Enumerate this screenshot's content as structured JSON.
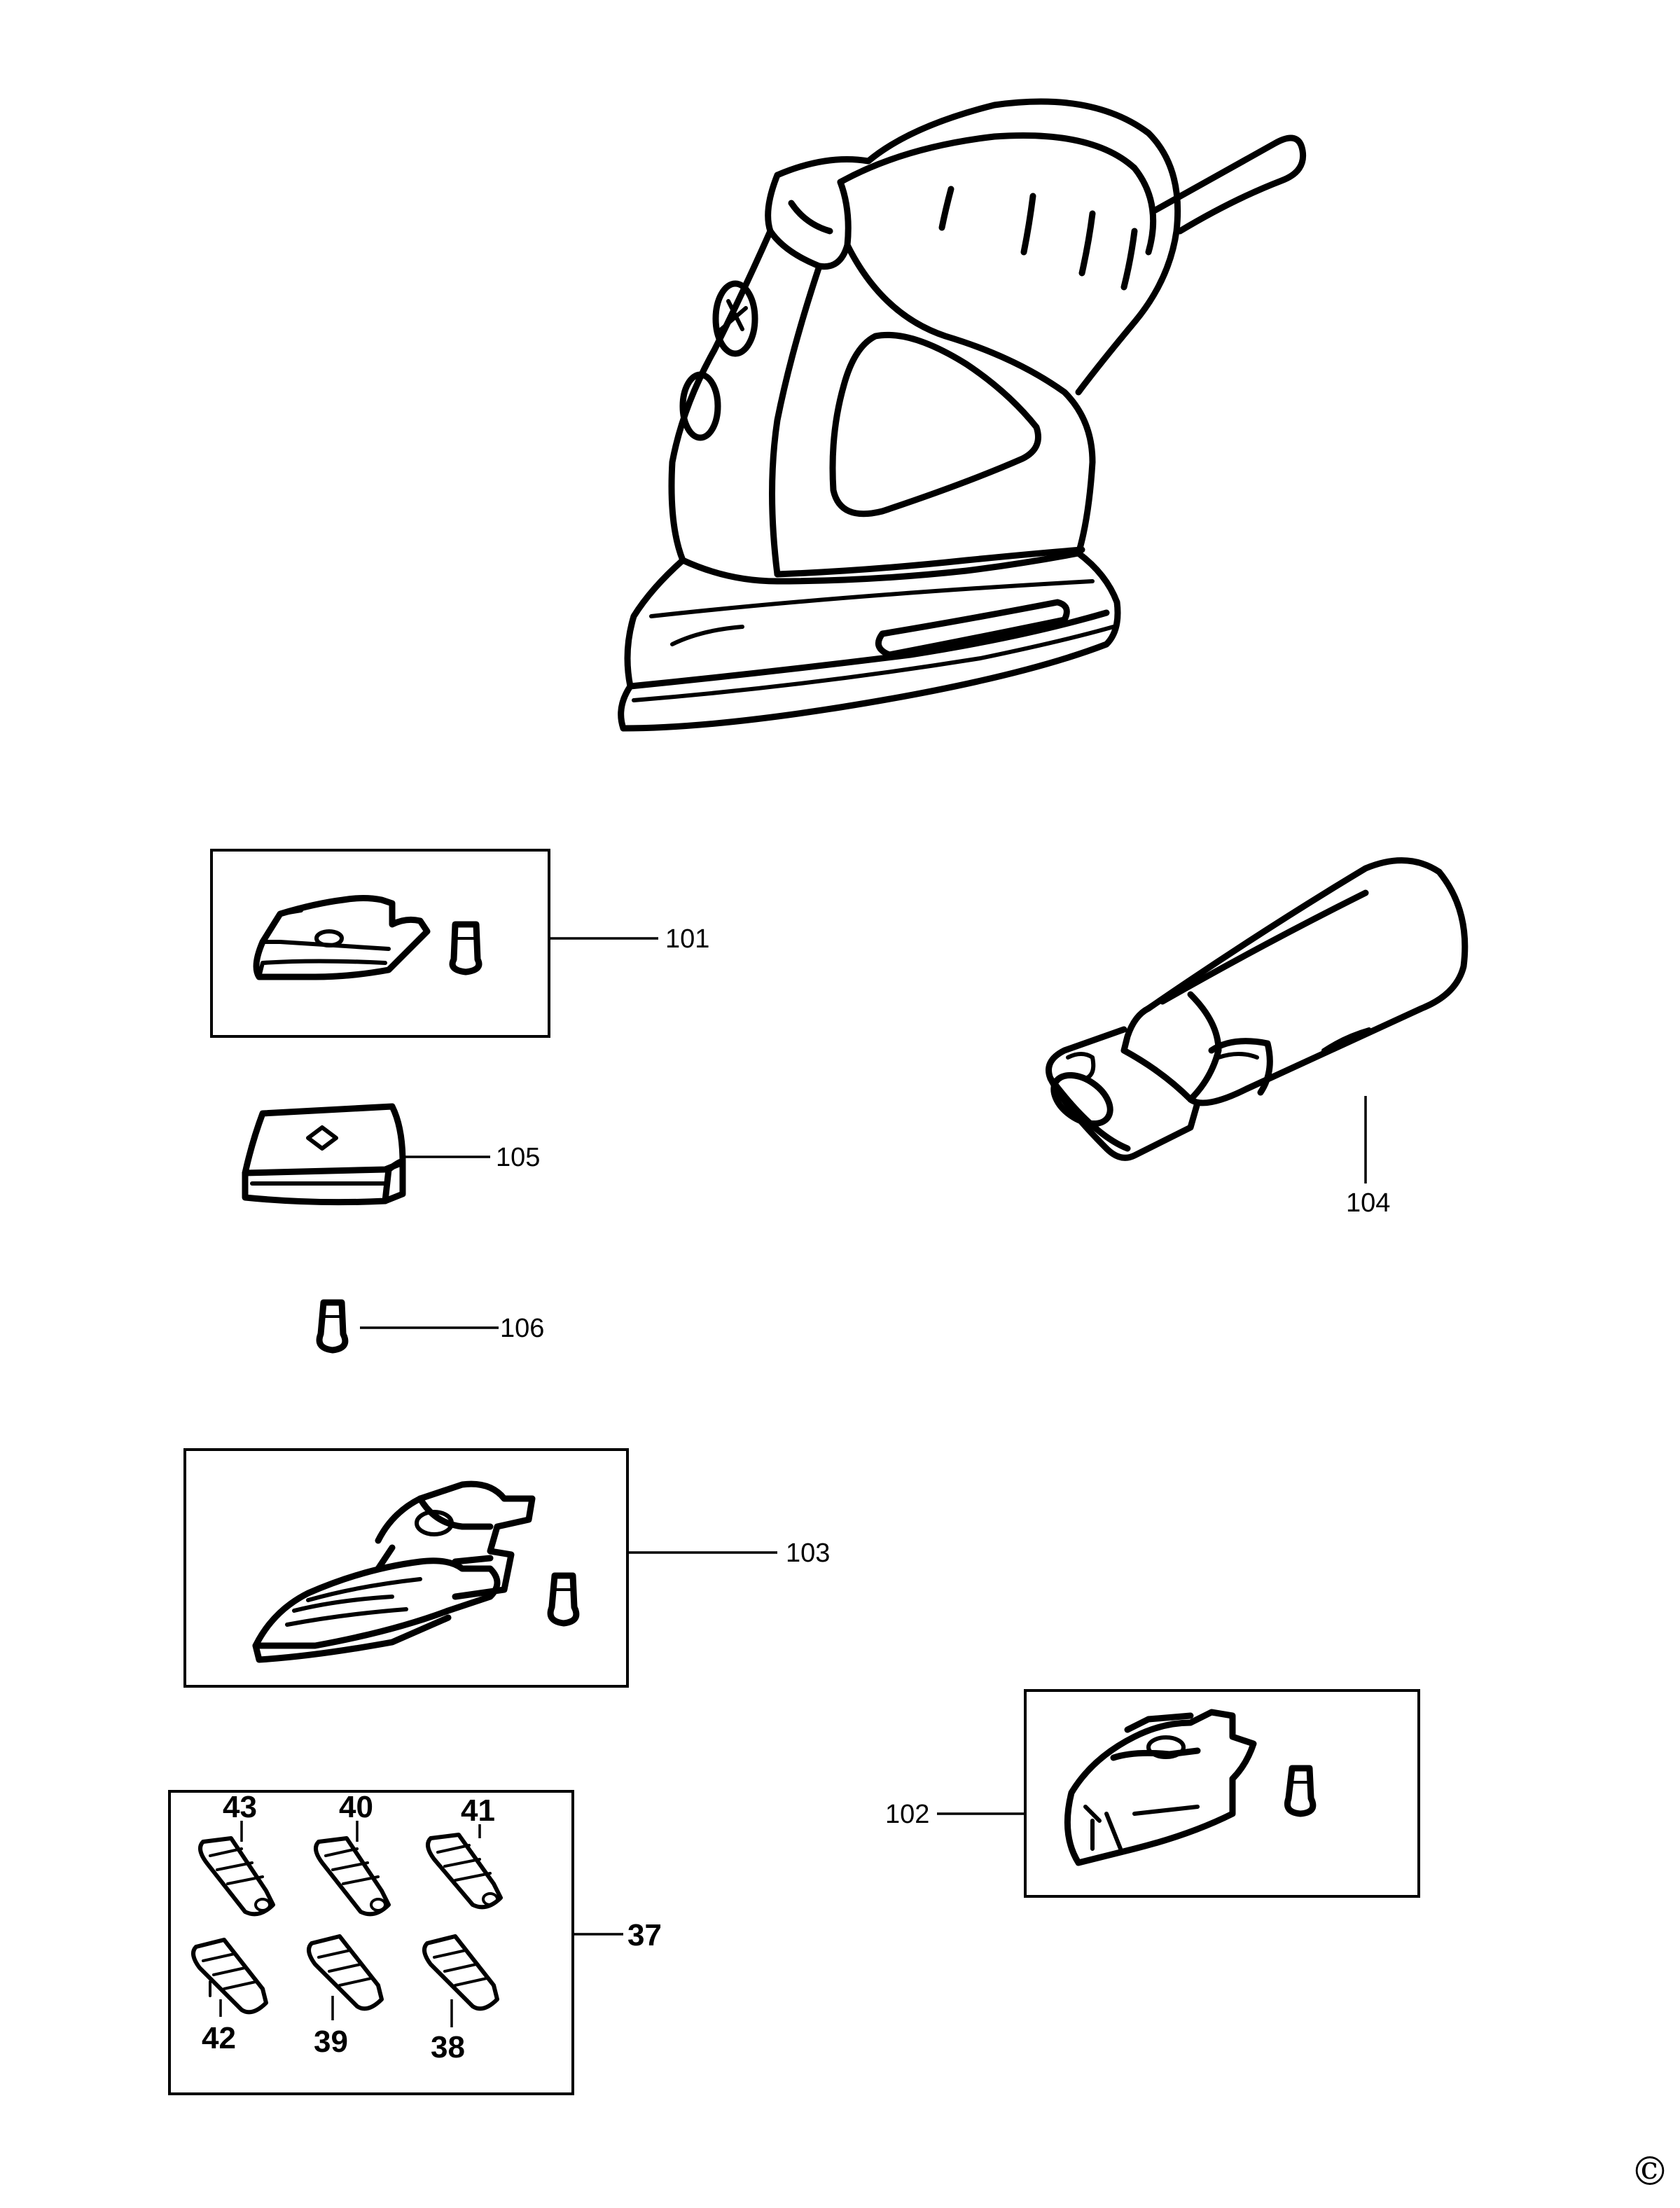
{
  "parts": [
    {
      "id": "p101",
      "label": "101"
    },
    {
      "id": "p105",
      "label": "105"
    },
    {
      "id": "p104",
      "label": "104"
    },
    {
      "id": "p106",
      "label": "106"
    },
    {
      "id": "p103",
      "label": "103"
    },
    {
      "id": "p102",
      "label": "102"
    },
    {
      "id": "p37",
      "label": "37"
    },
    {
      "id": "p43",
      "label": "43"
    },
    {
      "id": "p40",
      "label": "40"
    },
    {
      "id": "p41",
      "label": "41"
    },
    {
      "id": "p42",
      "label": "42"
    },
    {
      "id": "p39",
      "label": "39"
    },
    {
      "id": "p38",
      "label": "38"
    }
  ],
  "copyright_symbol": "©"
}
